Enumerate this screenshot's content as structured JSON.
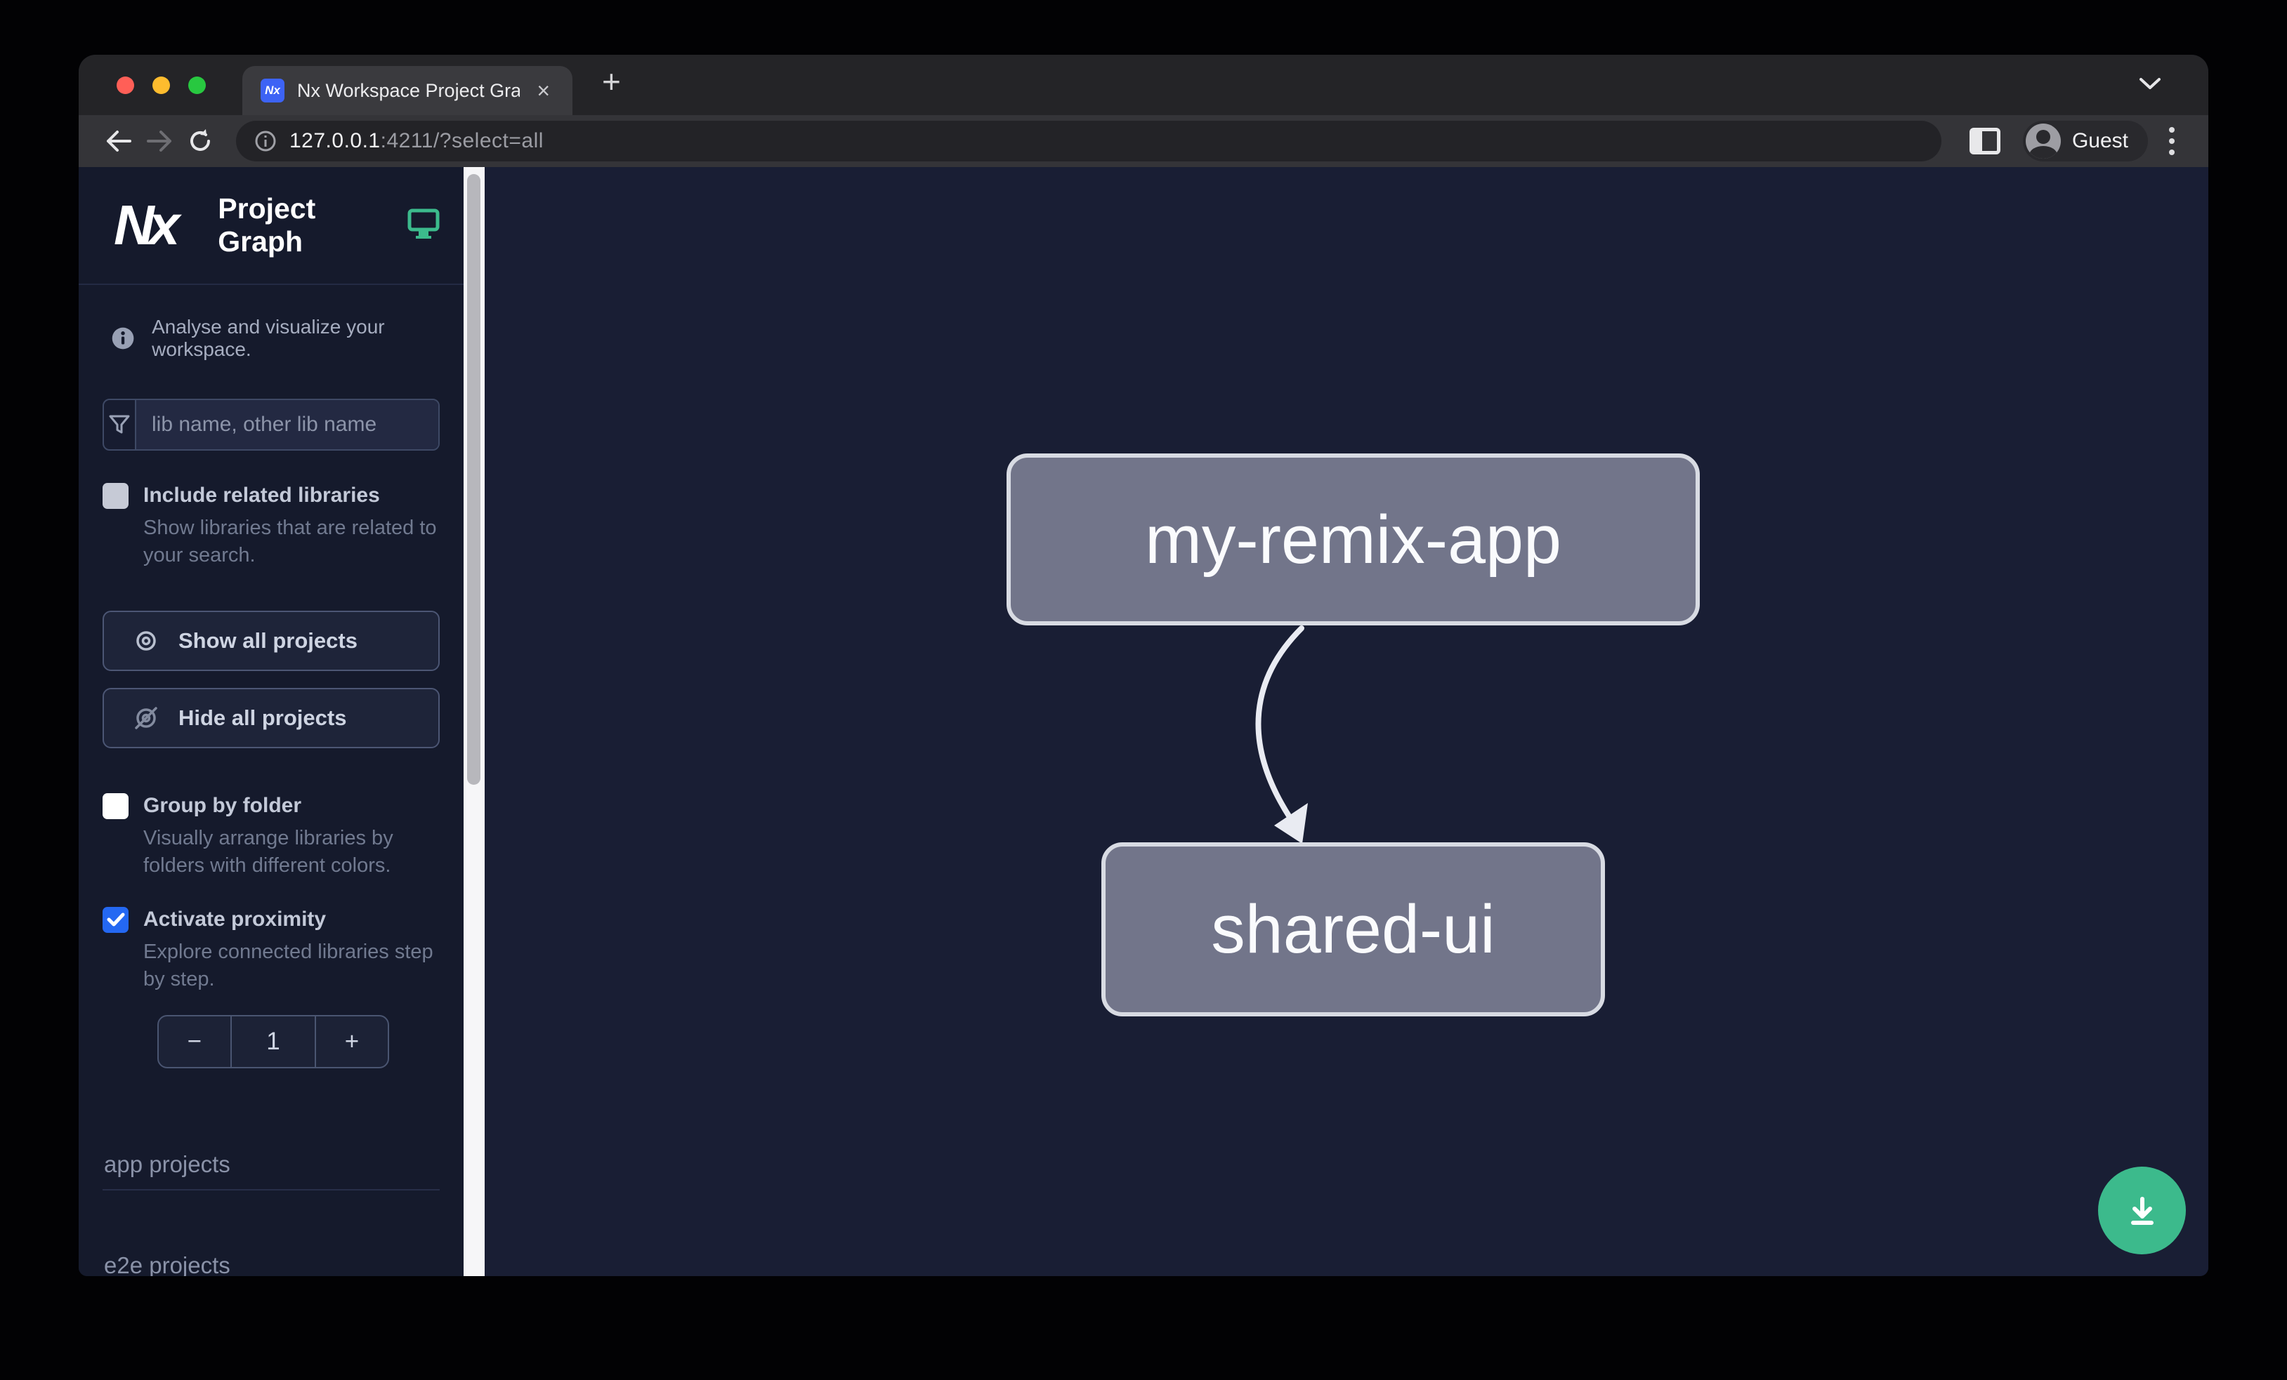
{
  "browser": {
    "tab": {
      "favicon_text": "Nx",
      "title": "Nx Workspace Project Graph",
      "close_label": "×"
    },
    "new_tab_label": "+",
    "url": {
      "host": "127.0.0.1",
      "path": ":4211/?select=all"
    },
    "profile_label": "Guest"
  },
  "sidebar": {
    "logo_text": "Nx",
    "app_title": "Project Graph",
    "tagline": "Analyse and visualize your workspace.",
    "filter": {
      "placeholder": "lib name, other lib name",
      "value": ""
    },
    "options": [
      {
        "label": "Include related libraries",
        "description": "Show libraries that are related to your search.",
        "checked": false
      },
      {
        "label": "Group by folder",
        "description": "Visually arrange libraries by folders with different colors.",
        "checked": false
      },
      {
        "label": "Activate proximity",
        "description": "Explore connected libraries step by step.",
        "checked": true
      }
    ],
    "buttons": {
      "show_all": "Show all projects",
      "hide_all": "Hide all projects"
    },
    "stepper": {
      "decrement": "−",
      "value": "1",
      "increment": "+"
    },
    "sections": [
      {
        "label": "app projects"
      },
      {
        "label": "e2e projects"
      }
    ]
  },
  "graph": {
    "nodes": [
      {
        "label": "my-remix-app"
      },
      {
        "label": "shared-ui"
      }
    ],
    "edges": [
      {
        "source": "my-remix-app",
        "target": "shared-ui"
      }
    ]
  },
  "colors": {
    "accent_teal": "#3cba8c",
    "checkbox_checked_blue": "#2468f2",
    "node_fill": "#72758a",
    "node_border": "#d8dbe3",
    "canvas_bg": "#191e34",
    "sidebar_bg": "#151a2c"
  }
}
